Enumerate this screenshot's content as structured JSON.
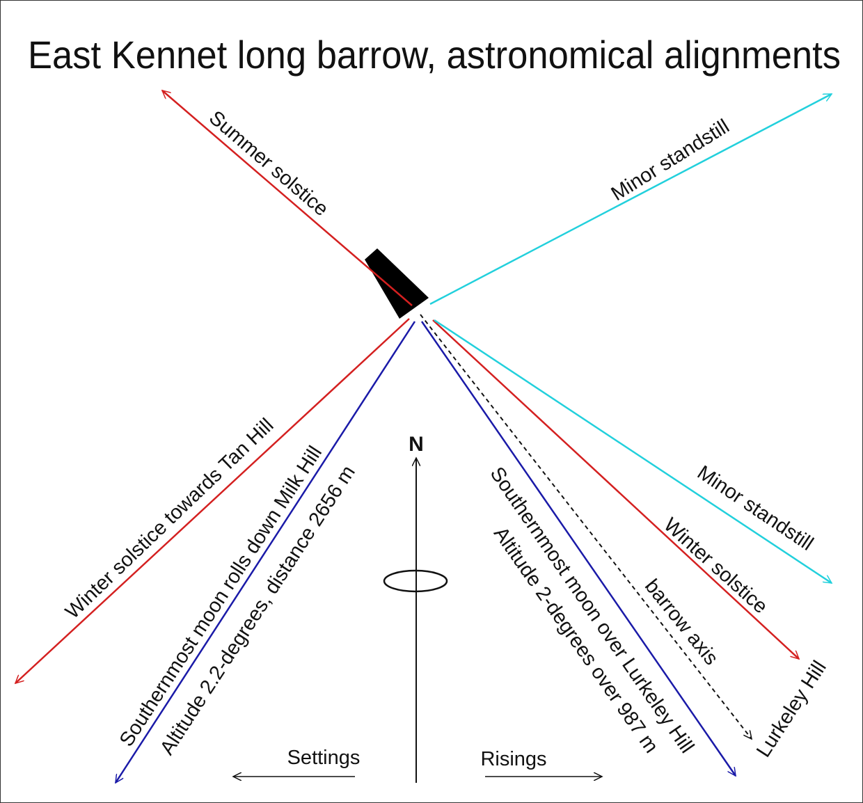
{
  "title": "East Kennet long barrow, astronomical alignments",
  "north_label": "N",
  "labels": {
    "summer_solstice": "Summer solstice",
    "minor_standstill_ne": "Minor standstill",
    "winter_solstice_tan_hill": "Winter solstice towards Tan Hill",
    "milk_hill_moon": "Southernmost moon rolls down Milk Hill",
    "milk_hill_altitude": "Altitude 2.2-degrees, distance 2656 m",
    "lurkeley_moon": "Southernmost moon over Lurkeley Hill",
    "lurkeley_altitude": "Altitude 2-degrees over 987 m",
    "barrow_axis": "barrow axis",
    "winter_solstice_se": "Winter solstice",
    "minor_standstill_se": "Minor standstill",
    "lurkeley_hill": "Lurkeley Hill"
  },
  "legend": {
    "settings": "Settings",
    "risings": "Risings"
  },
  "colors": {
    "solstice": "#d42020",
    "standstill": "#22d0dc",
    "moon": "#1a1aa8",
    "axis": "#111111"
  }
}
